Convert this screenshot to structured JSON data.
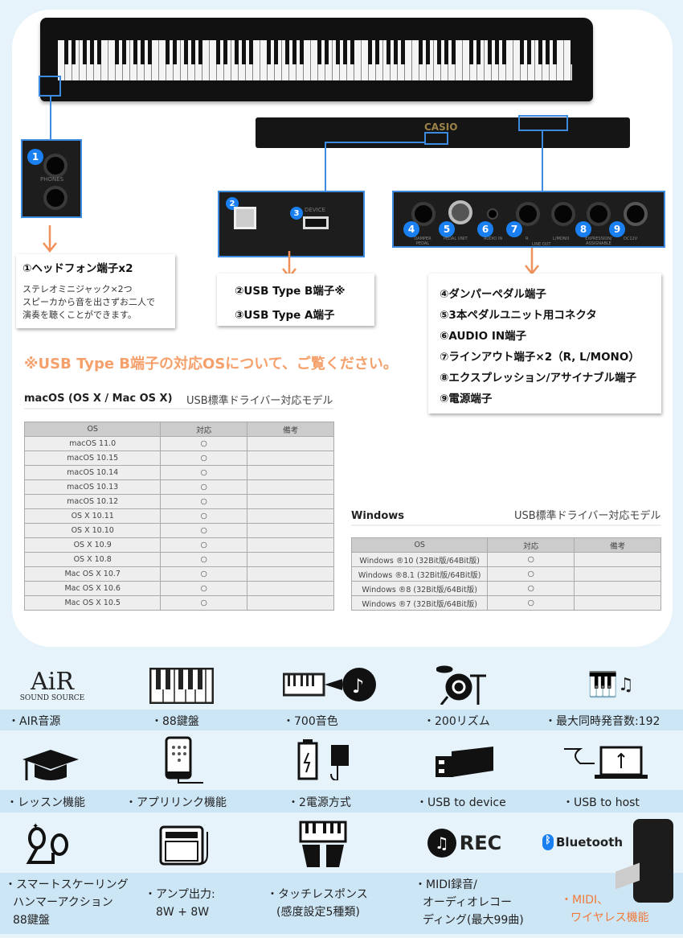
{
  "callouts": {
    "numbers": [
      "1",
      "2",
      "3",
      "4",
      "5",
      "6",
      "7",
      "8",
      "9"
    ],
    "phones_label": "PHONES",
    "usb_label": "DEVICE",
    "panel_labels": [
      "DAMPER PEDAL",
      "PEDAL UNIT",
      "AUDIO IN",
      "R",
      "L/MONO",
      "EXPRESSION/ ASSIGNABLE",
      "DC12V"
    ],
    "line_out": "LINE OUT",
    "brand": "CASIO"
  },
  "box1": {
    "title": "①ヘッドフォン端子x2",
    "lines": [
      "ステレオミニジャック×2つ",
      "スピーカから音を出さずお二人で",
      "演奏を聴くことができます。"
    ]
  },
  "box2": {
    "items": [
      "②USB Type B端子※",
      "③USB Type A端子"
    ]
  },
  "box3": {
    "items": [
      "④ダンパーペダル端子",
      "⑤3本ペダルユニット用コネクタ",
      "⑥AUDIO IN端子",
      "⑦ラインアウト端子×2（R, L/MONO）",
      "⑧エクスプレッション/アサイナブル端子",
      "⑨電源端子"
    ]
  },
  "notice": "※USB Type B端子の対応OSについて、ご覧ください。",
  "mac": {
    "title": "macOS (OS X / Mac OS X)",
    "subtitle": "USB標準ドライバー対応モデル",
    "headers": [
      "OS",
      "対応",
      "備考"
    ],
    "rows": [
      [
        "macOS 11.0",
        "○",
        ""
      ],
      [
        "macOS 10.15",
        "○",
        ""
      ],
      [
        "macOS 10.14",
        "○",
        ""
      ],
      [
        "macOS 10.13",
        "○",
        ""
      ],
      [
        "macOS 10.12",
        "○",
        ""
      ],
      [
        "OS X 10.11",
        "○",
        ""
      ],
      [
        "OS X 10.10",
        "○",
        ""
      ],
      [
        "OS X 10.9",
        "○",
        ""
      ],
      [
        "OS X 10.8",
        "○",
        ""
      ],
      [
        "Mac OS X 10.7",
        "○",
        ""
      ],
      [
        "Mac OS X 10.6",
        "○",
        ""
      ],
      [
        "Mac OS X 10.5",
        "○",
        ""
      ]
    ]
  },
  "win": {
    "title": "Windows",
    "subtitle": "USB標準ドライバー対応モデル",
    "headers": [
      "OS",
      "対応",
      "備考"
    ],
    "rows": [
      [
        "Windows ®10 (32Bit版/64Bit版)",
        "○",
        ""
      ],
      [
        "Windows ®8.1 (32Bit版/64Bit版)",
        "○",
        ""
      ],
      [
        "Windows ®8 (32Bit版/64Bit版)",
        "○",
        ""
      ],
      [
        "Windows ®7 (32Bit版/64Bit版)",
        "○",
        ""
      ]
    ]
  },
  "features": {
    "air_logo": "AiR",
    "air_sub": "SOUND SOURCE",
    "rec_label": "REC",
    "bluetooth_label": "Bluetooth",
    "row1": [
      "・AIR音源",
      "・88鍵盤",
      "・700音色",
      "・200リズム",
      "・最大同時発音数:192"
    ],
    "row2": [
      "・レッスン機能",
      "・アプリリンク機能",
      "・2電源方式",
      "・USB to device",
      "・USB to host"
    ],
    "row3": [
      [
        "・スマートスケーリング",
        "ハンマーアクション",
        "88鍵盤"
      ],
      [
        "・アンプ出力:",
        "8W + 8W"
      ],
      [
        "・タッチレスポンス",
        "(感度設定5種類)"
      ],
      [
        "・MIDI録音/",
        "オーディオレコー",
        "ディング(最大99曲)"
      ],
      [
        "・MIDI、",
        "ワイヤレス機能"
      ]
    ],
    "accent": "#f07a3a"
  }
}
